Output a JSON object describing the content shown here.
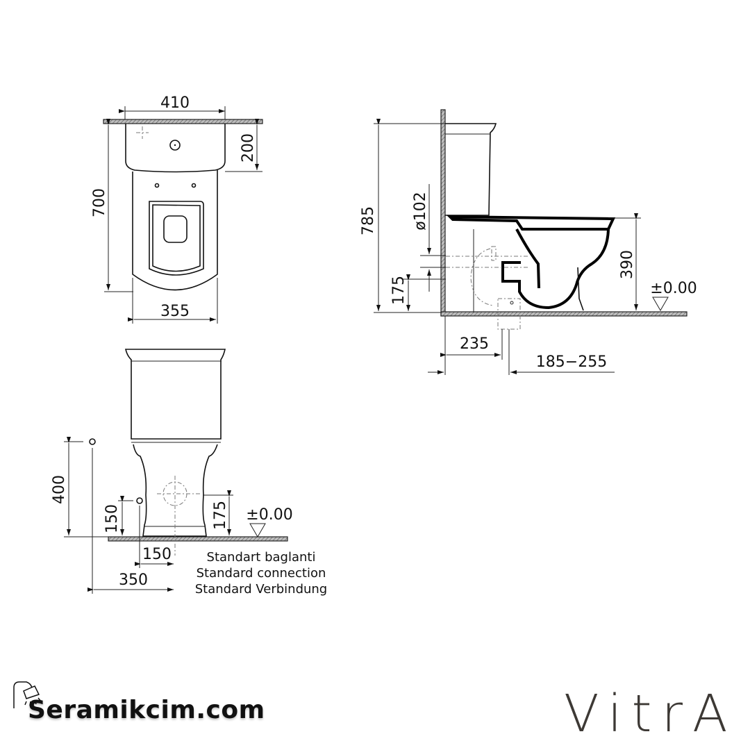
{
  "drawing": {
    "top_view": {
      "width_top": "410",
      "tank_depth": "200",
      "total_depth": "700",
      "bowl_width": "355"
    },
    "side_view": {
      "total_height": "785",
      "outlet_diameter": "ø102",
      "outlet_height": "175",
      "seat_height": "390",
      "floor_level": "±0.00",
      "wall_to_outlet": "235",
      "outlet_range": "185−255"
    },
    "front_view": {
      "inlet_height": "400",
      "water_connection_height": "150",
      "outlet_height": "175",
      "floor_level": "±0.00",
      "connection_offset": "150",
      "connection_distance": "350",
      "notes": [
        "Standart baglanti",
        "Standard connection",
        "Standard Verbindung"
      ]
    }
  },
  "branding": {
    "site_logo_text": "Seramikcim.com",
    "site_logo_icon": "shower-head-icon",
    "manufacturer_logo": "VitrA"
  },
  "colors": {
    "line": "#111111",
    "hatch": "#888888",
    "vitra_brand": "#3d3935"
  }
}
